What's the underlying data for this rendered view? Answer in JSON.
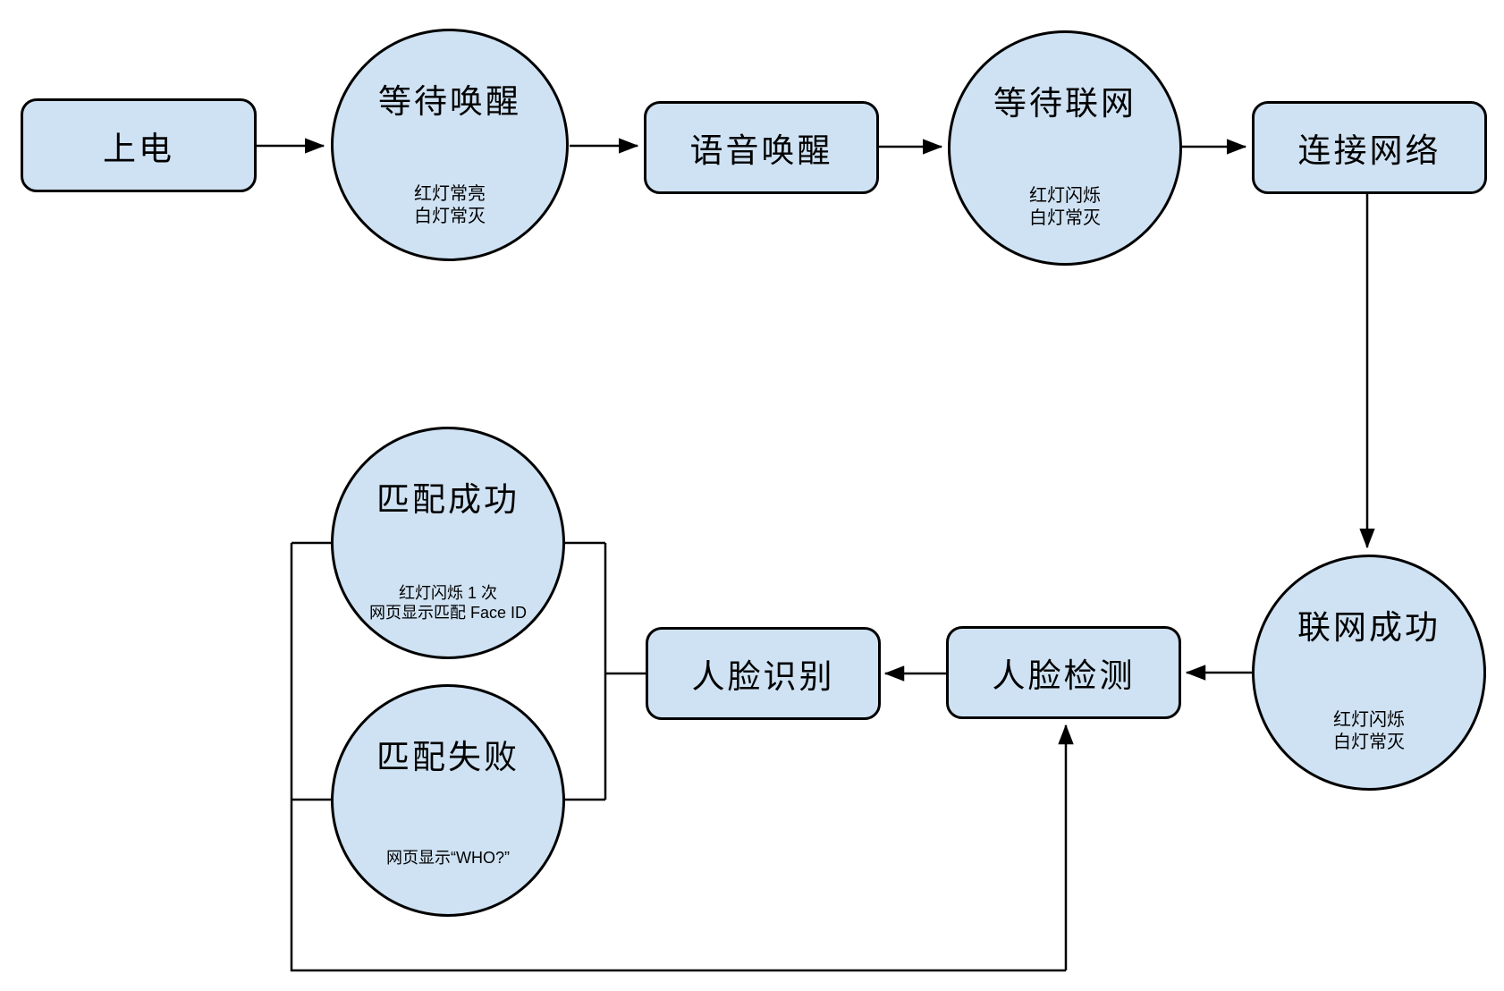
{
  "diagram": {
    "background": "#ffffff",
    "node_fill": "#cfe2f3",
    "node_border": "#000000",
    "nodes": {
      "power_on": {
        "label": "上电"
      },
      "wait_wake": {
        "label": "等待唤醒",
        "notes": [
          "红灯常亮",
          "白灯常灭"
        ]
      },
      "voice_wake": {
        "label": "语音唤醒"
      },
      "wait_network": {
        "label": "等待联网",
        "notes": [
          "红灯闪烁",
          "白灯常灭"
        ]
      },
      "connect_network": {
        "label": "连接网络"
      },
      "network_success": {
        "label": "联网成功",
        "notes": [
          "红灯闪烁",
          "白灯常灭"
        ]
      },
      "face_detect": {
        "label": "人脸检测"
      },
      "face_recognize": {
        "label": "人脸识别"
      },
      "match_success": {
        "label": "匹配成功",
        "notes": [
          "红灯闪烁 1 次",
          "网页显示匹配 Face ID"
        ]
      },
      "match_fail": {
        "label": "匹配失败",
        "notes": [
          "网页显示“WHO?”"
        ]
      }
    }
  }
}
